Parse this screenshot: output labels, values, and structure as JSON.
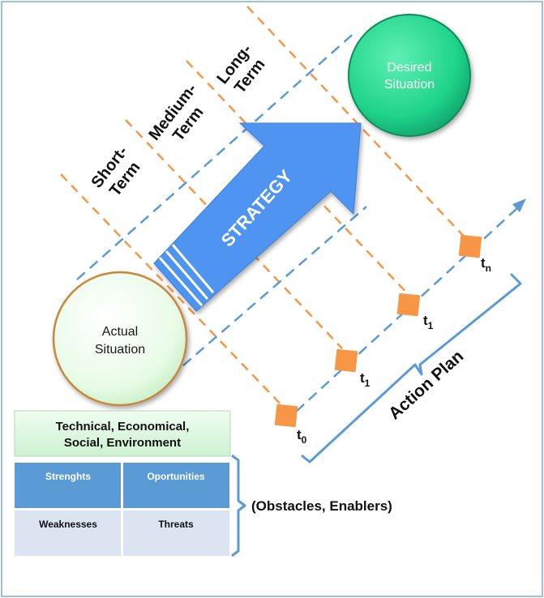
{
  "horizon_labels": {
    "short": [
      "Short-",
      "Term"
    ],
    "medium": [
      "Medium-",
      "Term"
    ],
    "long": [
      "Long-",
      "Term"
    ]
  },
  "nodes": {
    "actual": [
      "Actual",
      "Situation"
    ],
    "desired": [
      "Desired",
      "Situation"
    ]
  },
  "strategy_label": "STRATEGY",
  "milestones": [
    {
      "base": "t",
      "sub": "0"
    },
    {
      "base": "t",
      "sub": "1"
    },
    {
      "base": "t",
      "sub": "1"
    },
    {
      "base": "t",
      "sub": "n"
    }
  ],
  "action_plan_label": "Action Plan",
  "factors_box": [
    "Technical, Economical,",
    "Social, Environment"
  ],
  "swot": {
    "strengths": "Strenghts",
    "opportunities": "Oportunities",
    "weaknesses": "Weaknesses",
    "threats": "Threats"
  },
  "obstacles_label": "(Obstacles, Enablers)",
  "colors": {
    "orange_dash": "#f79646",
    "blue_dash": "#5b9bd5",
    "arrow_blue": "#4f94f0",
    "desired_green": "#1fd38a",
    "actual_green": "#e8fbe6",
    "swot_top": "#5b9bd5",
    "swot_bottom": "#dbe4f0",
    "factors_fill": "#d9f7dc",
    "bracket": "#5b9bd5"
  }
}
